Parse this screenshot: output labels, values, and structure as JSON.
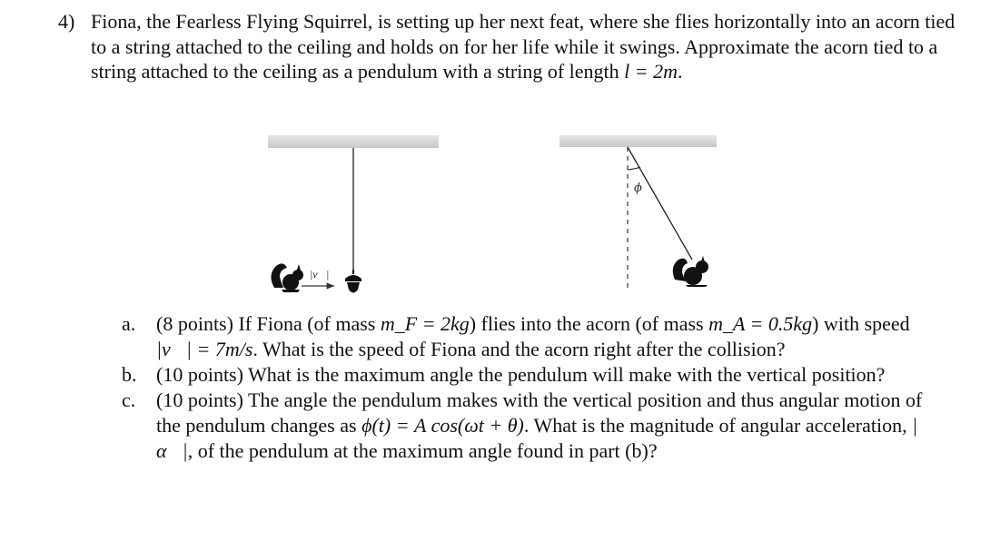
{
  "problem": {
    "number": "4)",
    "text": "Fiona, the Fearless Flying Squirrel, is setting up her next feat, where she flies horizontally into an acorn tied to a string attached to the ceiling and holds on for her life while it swings. Approximate the acorn tied to a string attached to the ceiling as a pendulum with a string of length",
    "length_expr": "l = 2m",
    "length_end": "."
  },
  "figure": {
    "velocity_label": "|v⃗|",
    "angle_label": "ϕ",
    "icons": [
      "squirrel-icon",
      "acorn-icon",
      "squirrel-on-acorn-icon"
    ]
  },
  "parts": [
    {
      "letter": "a.",
      "pre": "(8 points) If Fiona (of mass ",
      "m1": "m_F = 2kg",
      "mid": ") flies into the acorn (of mass ",
      "m2": "m_A = 0.5kg",
      "mid2": ") with speed ",
      "m3": "|v⃗| = 7m/s",
      "post": ". What is the speed of Fiona and the acorn right after the collision?"
    },
    {
      "letter": "b.",
      "text": "(10 points) What is the maximum angle the pendulum will make with the vertical position?"
    },
    {
      "letter": "c.",
      "pre": "(10 points) The angle the pendulum makes with the vertical position and thus angular motion of the pendulum changes as ",
      "m1": "ϕ(t) = A cos(ωt + θ)",
      "mid": ". What is the magnitude of angular acceleration, ",
      "m2": "|α⃗|",
      "post": ", of the pendulum at the maximum angle found in part (b)?"
    }
  ]
}
